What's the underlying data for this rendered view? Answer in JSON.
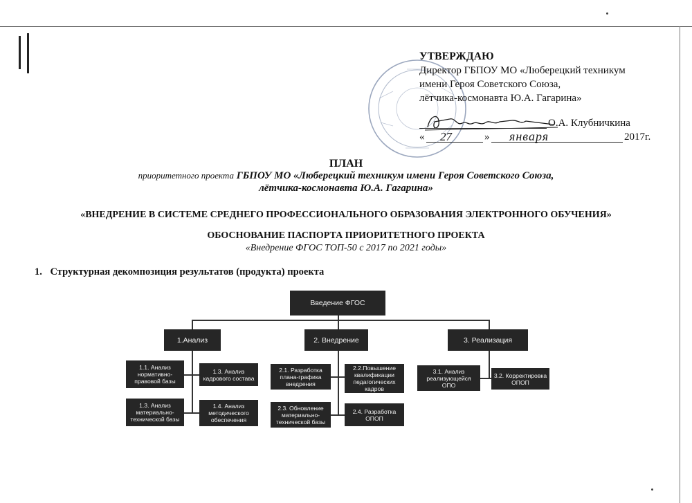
{
  "approval": {
    "heading": "УТВЕРЖДАЮ",
    "line1": "Директор ГБПОУ МО «Люберецкий техникум",
    "line2": "имени Героя Советского Союза,",
    "line3": "лётчика-космонавта Ю.А. Гагарина»",
    "signer": "О.А. Клубничкина",
    "date_open": "«",
    "date_day": "27",
    "date_mid": "»",
    "date_month": "января",
    "date_year": "2017г."
  },
  "title": {
    "plan": "ПЛАН",
    "subtitle_prefix": "приоритетного проекта",
    "subtitle_org": "ГБПОУ МО «Люберецкий техникум имени Героя Советского Союза,",
    "subtitle_org2": "лётчика-космонавта Ю.А. Гагарина»",
    "project_name": "«ВНЕДРЕНИЕ В СИСТЕМЕ СРЕДНЕГО ПРОФЕССИОНАЛЬНОГО ОБРАЗОВАНИЯ ЭЛЕКТРОННОГО ОБУЧЕНИЯ»",
    "justification": "ОБОСНОВАНИЕ ПАСПОРТА ПРИОРИТЕТНОГО ПРОЕКТА",
    "fgos": "«Внедрение ФГОС ТОП-50 с 2017 по 2021 годы»"
  },
  "section": {
    "number": "1.",
    "heading": "Структурная декомпозиция результатов (продукта) проекта"
  },
  "diagram": {
    "root": "Введение ФГОС",
    "branches": [
      {
        "label": "1.Анализ",
        "children": [
          "1.1. Анализ нормативно-правовой базы",
          "1.3. Анализ кадрового состава",
          "1.3. Анализ материально-технической базы",
          "1.4. Анализ методического обеспечения"
        ]
      },
      {
        "label": "2. Внедрение",
        "children": [
          "2.1. Разработка плана-графика внедрения",
          "2.2.Повышение квалификации педагогических кадров",
          "2.3. Обновление материально-технической базы",
          "2.4. Разработка ОПОП"
        ]
      },
      {
        "label": "3. Реализация",
        "children": [
          "3.1. Анализ реализующейся ОПО",
          "3.2. Корректировка ОПОП"
        ]
      }
    ]
  },
  "colors": {
    "node_fill": "#262626",
    "node_text": "#f2f2f2",
    "stamp_ink": "#7a8aa8",
    "signature_ink": "#1a1a1a"
  }
}
